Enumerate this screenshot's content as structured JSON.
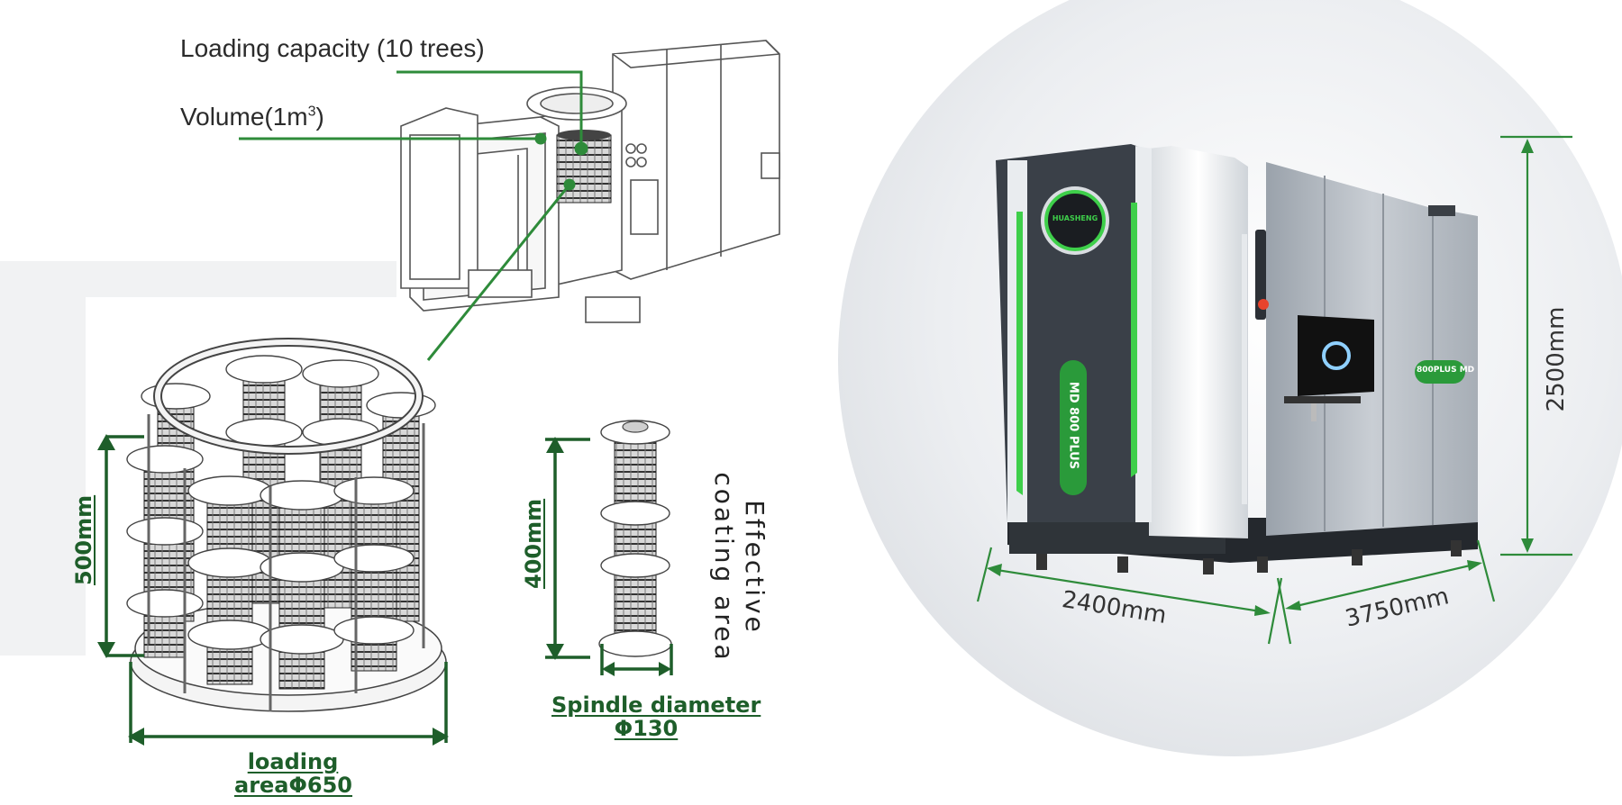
{
  "callouts": {
    "loading_capacity": "Loading capacity (10 trees)",
    "volume_prefix": "Volume(1m",
    "volume_sup": "3",
    "volume_suffix": ")"
  },
  "fixture": {
    "height_label": "500mm",
    "area_label_line1": "loading",
    "area_label_line2": "areaΦ650"
  },
  "spindle": {
    "height_label": "400mm",
    "effective_line1": "Effective",
    "effective_line2": "coating area",
    "diameter_line1": "Spindle diameter",
    "diameter_line2": "Φ130"
  },
  "machine": {
    "brand": "HUASHENG",
    "model_badge": "MD 800 PLUS",
    "side_badge": "800PLUS MD",
    "width_label": "2400mm",
    "depth_label": "3750mm",
    "height_label": "2500mm"
  },
  "colors": {
    "accent_green": "#2e8b3a",
    "dark_green": "#1e5e2a",
    "machine_dark": "#3a4048",
    "machine_light": "#b9bfc6"
  }
}
